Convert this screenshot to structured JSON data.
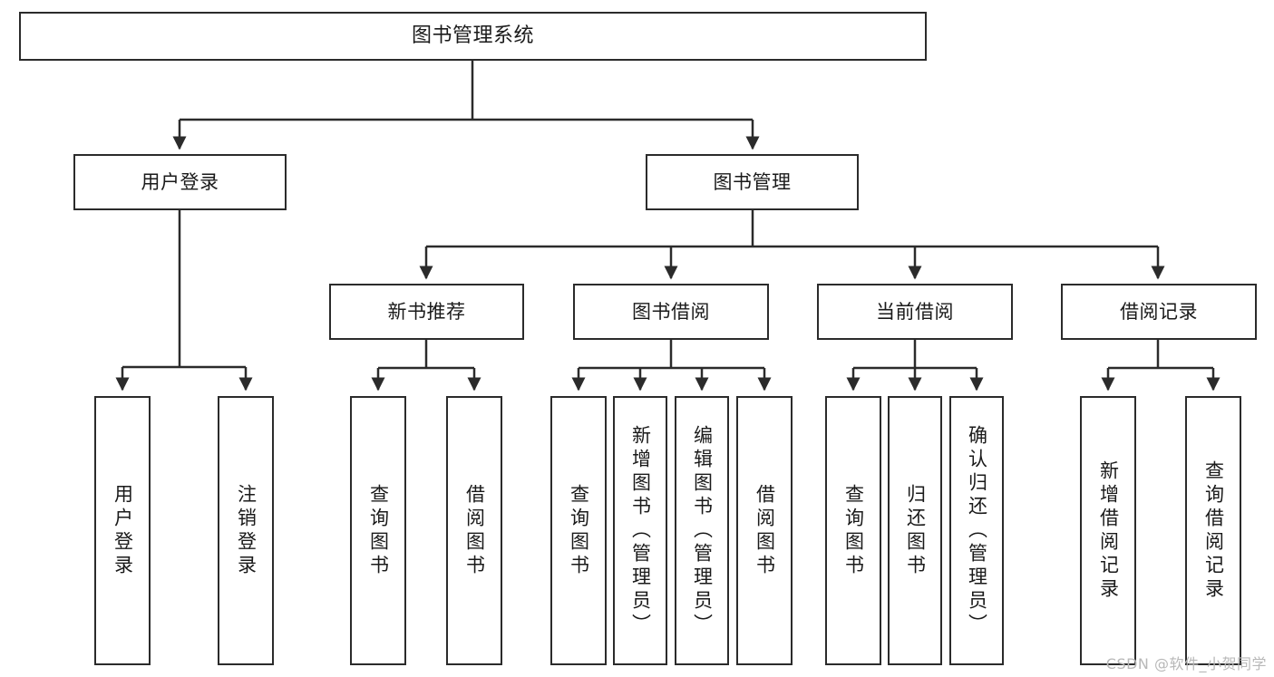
{
  "diagram": {
    "title": "图书管理系统",
    "type": "tree-hierarchy-chart",
    "orientation": "top-down",
    "line_color": "#2b2b2b",
    "box_fill": "#ffffff",
    "text_color": "#1a1a1a"
  },
  "watermark": {
    "text": "CSDN @软件_小贺同学",
    "color": "#b8b8b8"
  },
  "nodes": {
    "root": {
      "label": "图书管理系统"
    },
    "level2": [
      {
        "id": "user-login",
        "label": "用户登录"
      },
      {
        "id": "book-manage",
        "label": "图书管理"
      }
    ],
    "level3": [
      {
        "id": "new-book-recommend",
        "label": "新书推荐"
      },
      {
        "id": "book-borrow",
        "label": "图书借阅"
      },
      {
        "id": "current-borrow",
        "label": "当前借阅"
      },
      {
        "id": "borrow-record",
        "label": "借阅记录"
      }
    ],
    "leaves": {
      "user_login": [
        {
          "id": "leaf-user-login",
          "label": "用户登录"
        },
        {
          "id": "leaf-logout-login",
          "label": "注销登录"
        }
      ],
      "new_book_recommend": [
        {
          "id": "leaf-query-book-1",
          "label": "查询图书"
        },
        {
          "id": "leaf-borrow-book-1",
          "label": "借阅图书"
        }
      ],
      "book_borrow": [
        {
          "id": "leaf-query-book-2",
          "label": "查询图书"
        },
        {
          "id": "leaf-add-book-admin",
          "label": "新增图书（管理员）"
        },
        {
          "id": "leaf-edit-book-admin",
          "label": "编辑图书（管理员）"
        },
        {
          "id": "leaf-borrow-book-2",
          "label": "借阅图书"
        }
      ],
      "current_borrow": [
        {
          "id": "leaf-query-book-3",
          "label": "查询图书"
        },
        {
          "id": "leaf-return-book",
          "label": "归还图书"
        },
        {
          "id": "leaf-confirm-return-admin",
          "label": "确认归还（管理员）"
        }
      ],
      "borrow_record": [
        {
          "id": "leaf-add-borrow-record",
          "label": "新增借阅记录"
        },
        {
          "id": "leaf-query-borrow-record",
          "label": "查询借阅记录"
        }
      ]
    }
  }
}
